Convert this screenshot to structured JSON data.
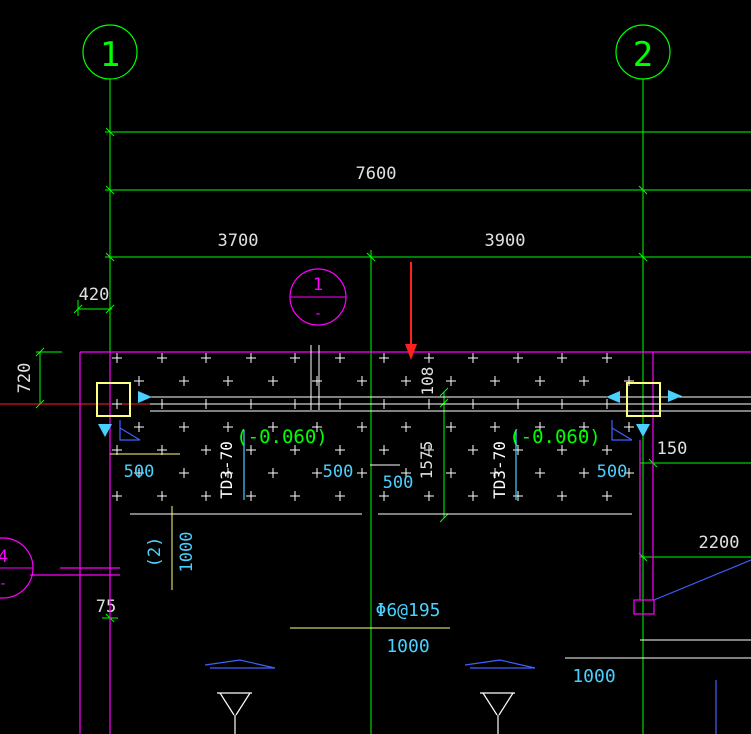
{
  "grid_axes": [
    {
      "label": "1"
    },
    {
      "label": "2"
    }
  ],
  "dimensions": {
    "overall": "7600",
    "left_span": "3700",
    "right_span": "3900",
    "offset_left": "420",
    "slab_height": "720",
    "d108": "108",
    "d1575": "1575",
    "d150": "150",
    "d2200": "2200",
    "d75": "75",
    "d500_a": "500",
    "d500_b": "500",
    "d500_c": "500",
    "d500_d": "500",
    "d1000_v": "1000",
    "d1000_center": "1000",
    "d1000_right": "1000"
  },
  "section_marker": {
    "top": "1",
    "bottom": "-"
  },
  "left_marker": {
    "top": "4",
    "bottom": "-"
  },
  "slab_labels": {
    "left_tag": "TD3-70",
    "right_tag": "TD3-70",
    "left_level": "(-0.060)",
    "right_level": "(-0.060)",
    "left_paren": "(2)"
  },
  "rebar": {
    "spec": "Φ6@195"
  },
  "colors": {
    "background": "#000000",
    "green": "#00ff00",
    "magenta": "#ff00ff",
    "cyan": "#4ad0ff",
    "yellow": "#ffff80",
    "red": "#ff0000",
    "white": "#ffffff",
    "blue": "#4060ff"
  }
}
